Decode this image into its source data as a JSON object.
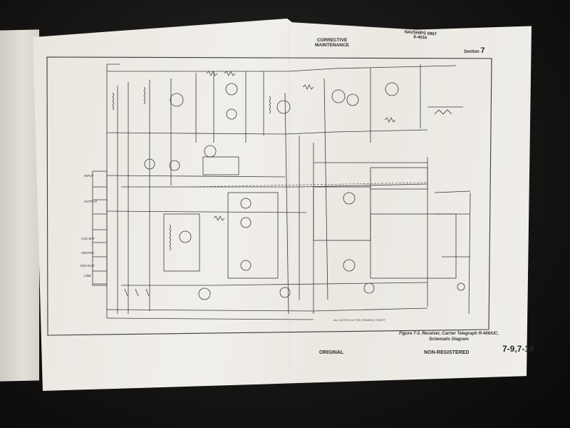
{
  "header": {
    "center_line1": "CORRECTIVE",
    "center_line2": "MAINTENANCE",
    "navships_line1": "NAVSHIPS 0967",
    "navships_line2": "8-4016",
    "section_label": "Section",
    "section_number": "7"
  },
  "figure": {
    "caption_line1": "Figure 7-3.  Receiver, Carrier Telegraph R-466/UC,",
    "caption_line2": "Schematic Diagram"
  },
  "notes": {
    "drawing_note": "ALL NOTES ON THE DRAWING SHEET"
  },
  "terminal_labels": [
    "INPUT",
    "",
    "",
    "OUTPUT",
    "",
    "",
    "LOC BAT",
    "CENTER",
    "CEN-OUT",
    "",
    "LINE",
    ""
  ],
  "footer": {
    "left": "ORIGINAL",
    "center": "NON-REGISTERED",
    "page_number": "7-9,7-10"
  },
  "colors": {
    "paper": "#efede8",
    "ink": "#2b2b2b",
    "background": "#151413"
  }
}
